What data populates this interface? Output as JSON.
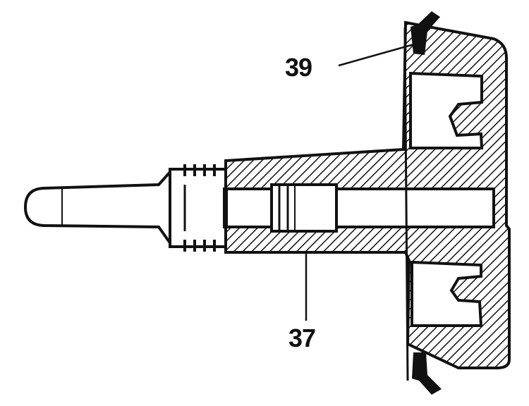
{
  "diagram": {
    "callouts": [
      {
        "id": "39",
        "text": "39"
      },
      {
        "id": "37",
        "text": "37"
      }
    ]
  },
  "colors": {
    "ink": "#111111",
    "paper": "#ffffff"
  }
}
